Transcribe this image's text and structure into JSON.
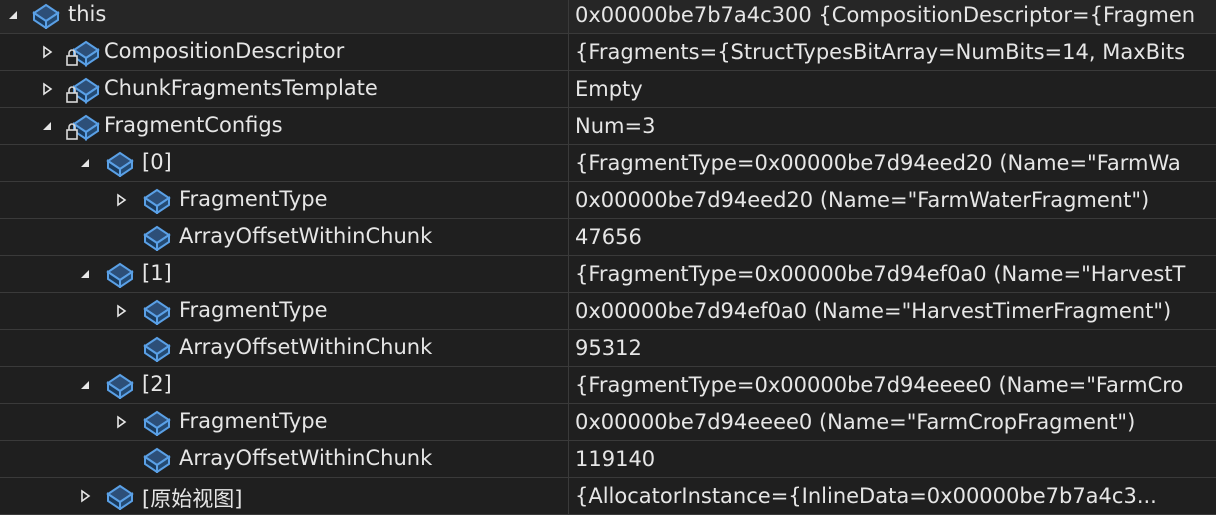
{
  "rows": [
    {
      "name": "this",
      "value": "0x00000be7b7a4c300 {CompositionDescriptor={Fragmen"
    },
    {
      "name": "CompositionDescriptor",
      "value": "{Fragments={StructTypesBitArray=NumBits=14, MaxBits"
    },
    {
      "name": "ChunkFragmentsTemplate",
      "value": "Empty"
    },
    {
      "name": "FragmentConfigs",
      "value": "Num=3"
    },
    {
      "name": "[0]",
      "value": "{FragmentType=0x00000be7d94eed20 (Name=\"FarmWa"
    },
    {
      "name": "FragmentType",
      "value": "0x00000be7d94eed20 (Name=\"FarmWaterFragment\")"
    },
    {
      "name": "ArrayOffsetWithinChunk",
      "value": "47656"
    },
    {
      "name": "[1]",
      "value": "{FragmentType=0x00000be7d94ef0a0 (Name=\"HarvestT"
    },
    {
      "name": "FragmentType",
      "value": "0x00000be7d94ef0a0 (Name=\"HarvestTimerFragment\")"
    },
    {
      "name": "ArrayOffsetWithinChunk",
      "value": "95312"
    },
    {
      "name": "[2]",
      "value": "{FragmentType=0x00000be7d94eeee0 (Name=\"FarmCro"
    },
    {
      "name": "FragmentType",
      "value": "0x00000be7d94eeee0 (Name=\"FarmCropFragment\")"
    },
    {
      "name": "ArrayOffsetWithinChunk",
      "value": "119140"
    },
    {
      "name": "[原始视图]",
      "value": "{AllocatorInstance={InlineData=0x00000be7b7a4c3..."
    }
  ],
  "icons": {
    "object": "object-cube-icon",
    "locked_object": "locked-object-cube-icon",
    "expanded": "expanded-triangle-icon",
    "collapsed": "collapsed-triangle-icon"
  },
  "colors": {
    "background": "#1f1f1f",
    "grid": "#3a3a3a",
    "text": "#e6e6e6",
    "icon_blue": "#5aa0e6",
    "lock": "#d9d9d9"
  }
}
